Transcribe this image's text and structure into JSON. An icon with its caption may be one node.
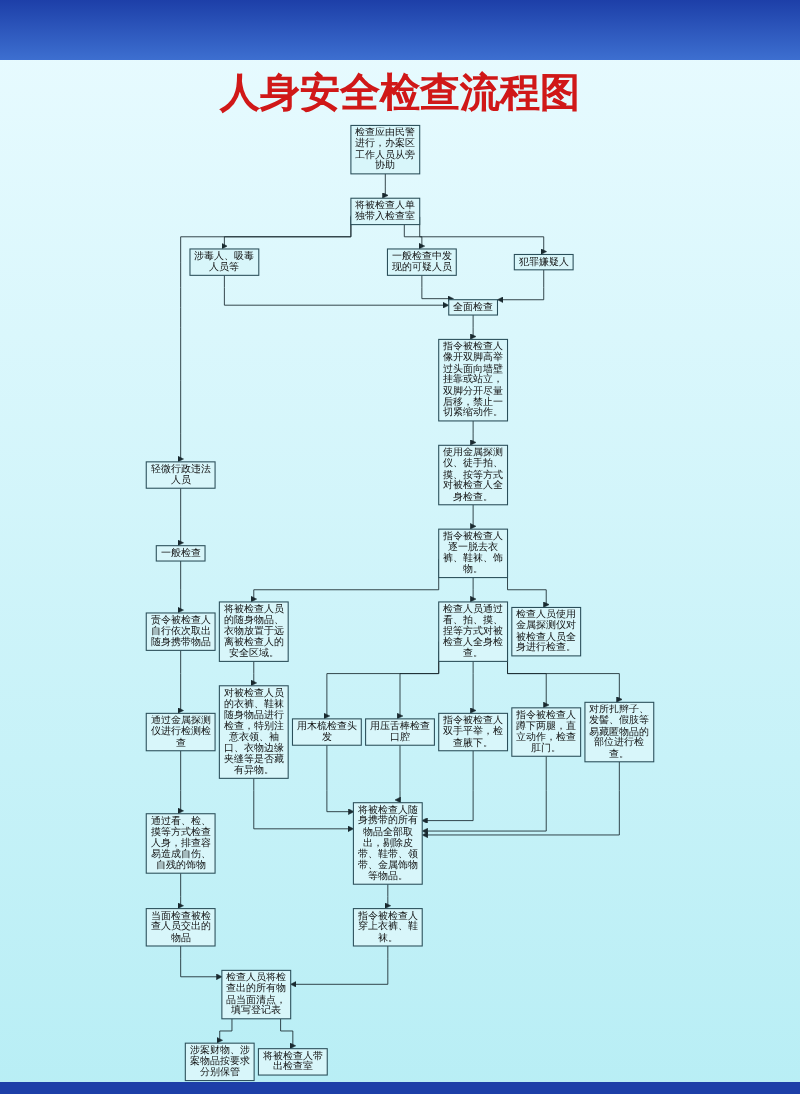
{
  "diagram": {
    "title": "人身安全检查流程图",
    "nodes": [
      {
        "text": [
          "检查应由民警进行，办案区工作人员从旁协助"
        ]
      },
      {
        "text": [
          "将被检查人单独带入检查室"
        ]
      },
      {
        "text": [
          "轻微行政违法人员"
        ]
      },
      {
        "text": [
          "一般检查"
        ]
      },
      {
        "text": [
          "责令被检查人自行依次取出随身携带物品"
        ]
      },
      {
        "text": [
          "通过金属探测仪进行检测检查"
        ]
      },
      {
        "text": [
          "通过看、检、摸等方式检查人身，排查容易造成自伤、自残的饰物"
        ]
      },
      {
        "text": [
          "当面检查被检查人员交出的物品"
        ]
      },
      {
        "text": [
          "涉毒人、吸毒人员等"
        ]
      },
      {
        "text": [
          "一般检查中发现的可疑人员"
        ]
      },
      {
        "text": [
          "犯罪嫌疑人"
        ]
      },
      {
        "text": [
          "全面检查"
        ]
      },
      {
        "text": [
          "指令被检查人像开双脚高举过头面向墙壁挂靠或站立，双脚分开尽量后移，禁止一切紧缩动作。"
        ]
      },
      {
        "text": [
          "使用金属探测仪、徒手拍、摸、按等方式对被检查人全身检查。"
        ]
      },
      {
        "text": [
          "指令被检查人逐一脱去衣裤、鞋袜、饰物。"
        ]
      },
      {
        "text": [
          "将被检查人员的随身物品、衣物放置于远离被检查人的安全区域。"
        ]
      },
      {
        "text": [
          "检查人员通过看、拍、摸、捏等方式对被检查人全身检查。"
        ]
      },
      {
        "text": [
          "检查人员使用金属探测仪对被检查人员全身进行检查。"
        ]
      },
      {
        "text": [
          "对被检查人员的衣裤、鞋袜随身物品进行检查，特别注意衣领、袖口、衣物边缘夹缝等是否藏有异物。"
        ]
      },
      {
        "text": [
          "用木梳检查头发"
        ]
      },
      {
        "text": [
          "用压舌棒检查口腔"
        ]
      },
      {
        "text": [
          "指令被检查人双手平举，检查腋下。"
        ]
      },
      {
        "text": [
          "指令被检查人蹲下两腿，直立动作，检查肛门。"
        ]
      },
      {
        "text": [
          "对所扎辫子、发髻、假肢等易藏匿物品的部位进行检查。"
        ]
      },
      {
        "text": [
          "将被检查人随身携带的所有物品全部取出，剔除皮带、鞋带、领带、金属饰物等物品。"
        ]
      },
      {
        "text": [
          "指令被检查人穿上衣裤、鞋袜。"
        ]
      },
      {
        "text": [
          "检查人员将检查出的所有物品当面清点，填写登记表"
        ]
      },
      {
        "text": [
          "涉案财物、涉案物品按要求分别保管"
        ]
      },
      {
        "text": [
          "将被检查人带出检查室"
        ]
      }
    ],
    "edges": [
      {
        "from": 0,
        "to": 1,
        "arrow": "to"
      },
      {
        "from": 1,
        "to": 2,
        "arrow": "to"
      },
      {
        "from": 1,
        "to": 8,
        "arrow": "to"
      },
      {
        "from": 1,
        "to": 9,
        "arrow": "to"
      },
      {
        "from": 1,
        "to": 10,
        "arrow": "to"
      },
      {
        "from": 2,
        "to": 3,
        "arrow": "to"
      },
      {
        "from": 3,
        "to": 4,
        "arrow": "to"
      },
      {
        "from": 4,
        "to": 5,
        "arrow": "to"
      },
      {
        "from": 5,
        "to": 6,
        "arrow": "to"
      },
      {
        "from": 6,
        "to": 7,
        "arrow": "to"
      },
      {
        "from": 8,
        "to": 11,
        "arrow": "to"
      },
      {
        "from": 9,
        "to": 11,
        "arrow": "to"
      },
      {
        "from": 10,
        "to": 11,
        "arrow": "to"
      },
      {
        "from": 11,
        "to": 12,
        "arrow": "to"
      },
      {
        "from": 12,
        "to": 13,
        "arrow": "to"
      },
      {
        "from": 13,
        "to": 14,
        "arrow": "to"
      },
      {
        "from": 14,
        "to": 15,
        "arrow": "to"
      },
      {
        "from": 14,
        "to": 16,
        "arrow": "to"
      },
      {
        "from": 14,
        "to": 17,
        "arrow": "to"
      },
      {
        "from": 15,
        "to": 18,
        "arrow": "to"
      },
      {
        "from": 16,
        "to": 19,
        "arrow": "to"
      },
      {
        "from": 16,
        "to": 20,
        "arrow": "to"
      },
      {
        "from": 16,
        "to": 21,
        "arrow": "to"
      },
      {
        "from": 16,
        "to": 22,
        "arrow": "to"
      },
      {
        "from": 16,
        "to": 23,
        "arrow": "to"
      },
      {
        "from": 18,
        "to": 24,
        "arrow": "to"
      },
      {
        "from": 19,
        "to": 24,
        "arrow": "to"
      },
      {
        "from": 20,
        "to": 24,
        "arrow": "to"
      },
      {
        "from": 21,
        "to": 24,
        "arrow": "to"
      },
      {
        "from": 22,
        "to": 24,
        "arrow": "to"
      },
      {
        "from": 23,
        "to": 24,
        "arrow": "to"
      },
      {
        "from": 24,
        "to": 25,
        "arrow": "to"
      },
      {
        "from": 25,
        "to": 26,
        "arrow": "to"
      },
      {
        "from": 7,
        "to": 26,
        "arrow": "to"
      },
      {
        "from": 26,
        "to": 27,
        "arrow": "to"
      },
      {
        "from": 26,
        "to": 28,
        "arrow": "to"
      }
    ]
  }
}
